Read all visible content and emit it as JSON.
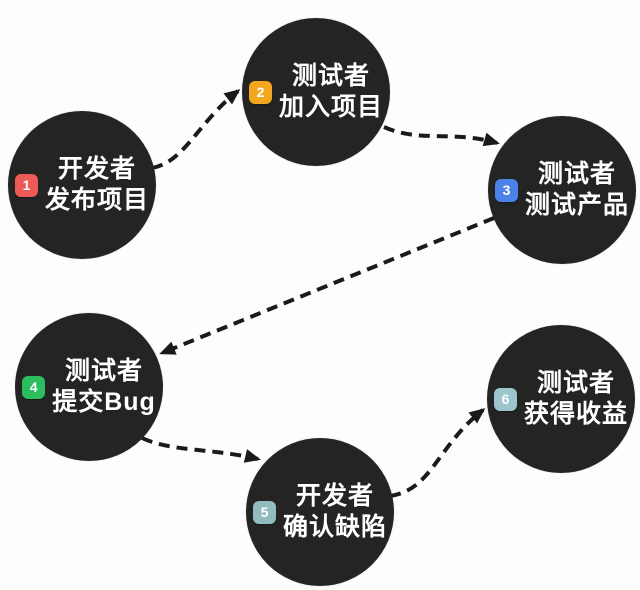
{
  "diagram": {
    "background": "#fdfdfd",
    "node_color": "#242424",
    "node_text_color": "#ffffff",
    "arrow_color": "#1a1a1a"
  },
  "nodes": [
    {
      "badge": "1",
      "badge_color": "#ee5a57",
      "line1": "开发者",
      "line2": "发布项目"
    },
    {
      "badge": "2",
      "badge_color": "#f2a71f",
      "line1": "测试者",
      "line2": "加入项目"
    },
    {
      "badge": "3",
      "badge_color": "#4b82e8",
      "line1": "测试者",
      "line2": "测试产品"
    },
    {
      "badge": "4",
      "badge_color": "#2cbd5e",
      "line1": "测试者",
      "line2": "提交Bug"
    },
    {
      "badge": "5",
      "badge_color": "#93bcc0",
      "line1": "开发者",
      "line2": "确认缺陷"
    },
    {
      "badge": "6",
      "badge_color": "#9dc5cc",
      "line1": "测试者",
      "line2": "获得收益"
    }
  ],
  "arrows": [
    {
      "from": "1",
      "to": "2"
    },
    {
      "from": "2",
      "to": "3"
    },
    {
      "from": "3",
      "to": "4"
    },
    {
      "from": "4",
      "to": "5"
    },
    {
      "from": "5",
      "to": "6"
    }
  ]
}
